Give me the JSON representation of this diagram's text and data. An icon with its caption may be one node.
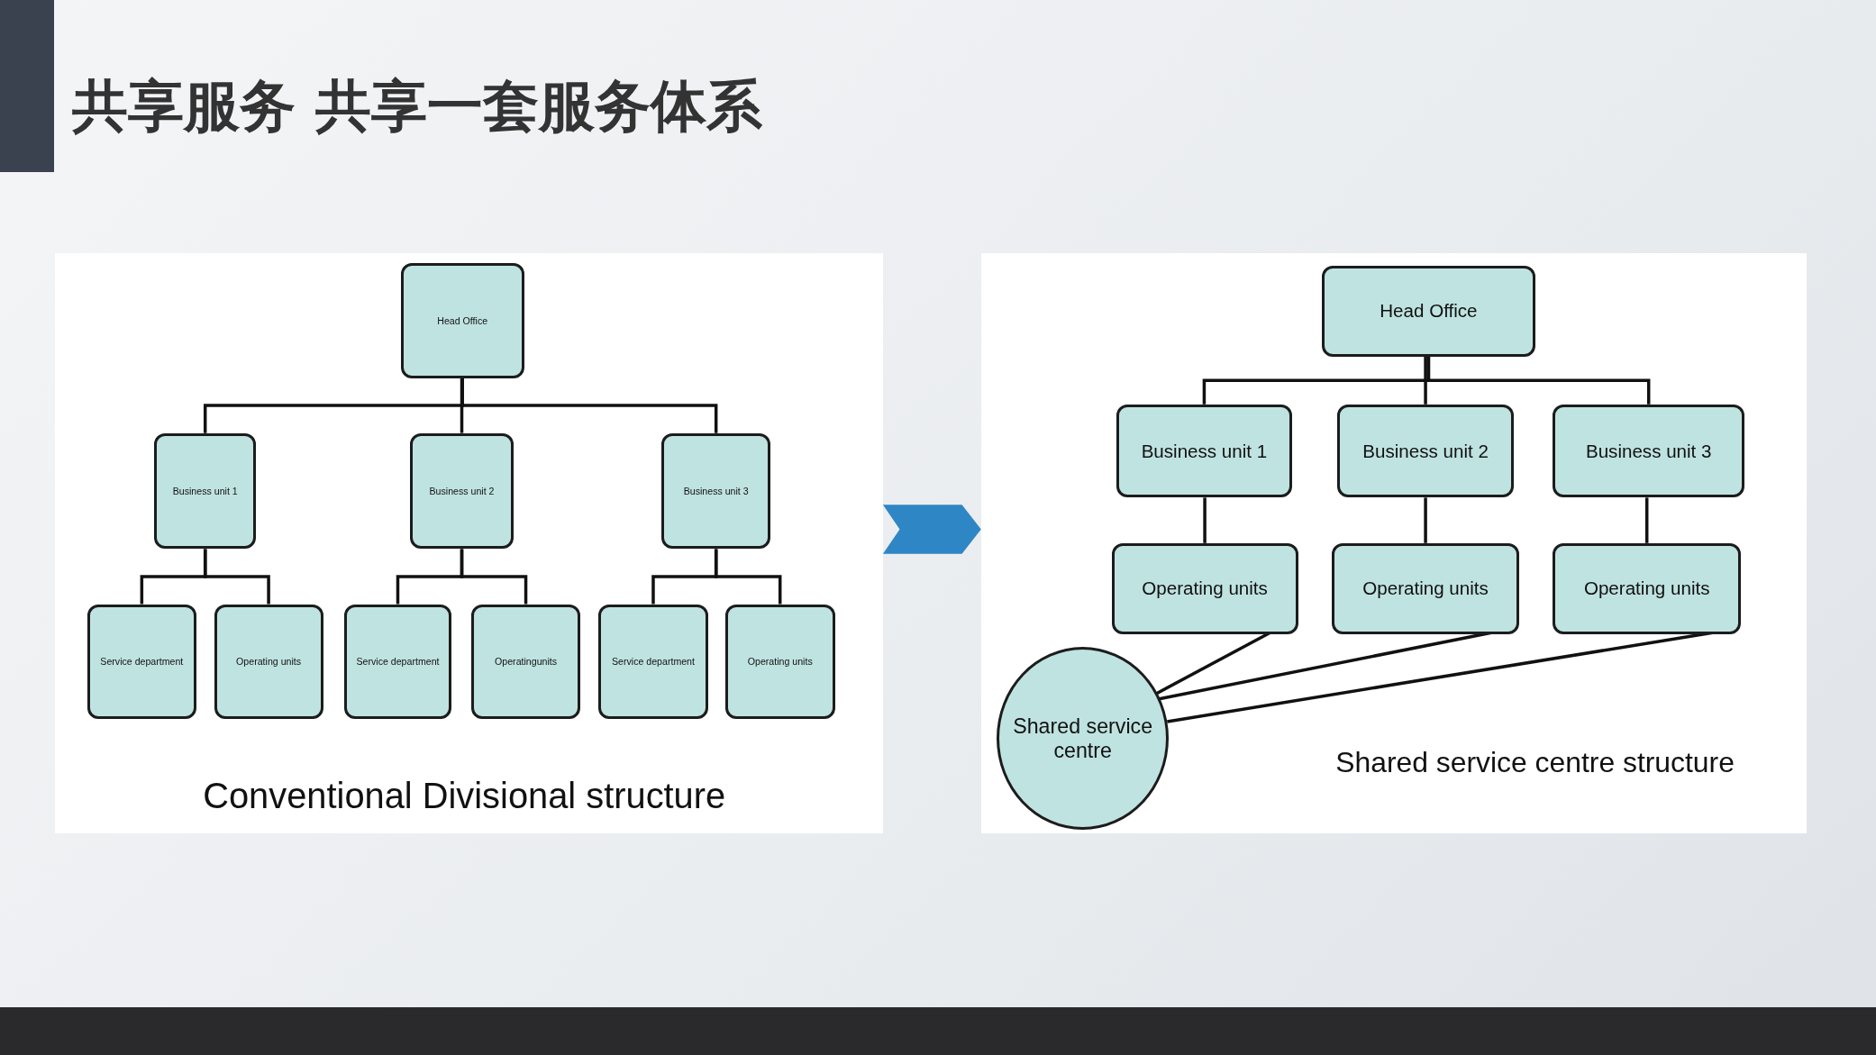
{
  "diagram": {
    "title": "共享服务 共享一套服务体系",
    "nodes": [
      {
        "text": [
          "Conventional Divisional structure"
        ]
      },
      {
        "text": [
          "Head Office"
        ],
        "in": 0
      },
      {
        "text": [
          "Business unit 1"
        ],
        "in": 0
      },
      {
        "text": [
          "Business unit 2"
        ],
        "in": 0
      },
      {
        "text": [
          "Business unit 3"
        ],
        "in": 0
      },
      {
        "text": [
          "Service department"
        ],
        "in": 0
      },
      {
        "text": [
          "Operating units"
        ],
        "in": 0
      },
      {
        "text": [
          "Service department"
        ],
        "in": 0
      },
      {
        "text": [
          "Operatingunits"
        ],
        "in": 0
      },
      {
        "text": [
          "Service department"
        ],
        "in": 0
      },
      {
        "text": [
          "Operating units"
        ],
        "in": 0
      },
      {
        "text": [
          "Shared service centre structure"
        ]
      },
      {
        "text": [
          "Head Office"
        ],
        "in": 11
      },
      {
        "text": [
          "Business unit 1"
        ],
        "in": 11
      },
      {
        "text": [
          "Business unit 2"
        ],
        "in": 11
      },
      {
        "text": [
          "Business unit 3"
        ],
        "in": 11
      },
      {
        "text": [
          "Operating units"
        ],
        "in": 11
      },
      {
        "text": [
          "Operating units"
        ],
        "in": 11
      },
      {
        "text": [
          "Operating units"
        ],
        "in": 11
      },
      {
        "text": [
          "Shared service centre"
        ],
        "in": 11
      }
    ],
    "edges": [
      {
        "from": 1,
        "to": 2,
        "arrow": "none"
      },
      {
        "from": 1,
        "to": 3,
        "arrow": "none"
      },
      {
        "from": 1,
        "to": 4,
        "arrow": "none"
      },
      {
        "from": 2,
        "to": 5,
        "arrow": "none"
      },
      {
        "from": 2,
        "to": 6,
        "arrow": "none"
      },
      {
        "from": 3,
        "to": 7,
        "arrow": "none"
      },
      {
        "from": 3,
        "to": 8,
        "arrow": "none"
      },
      {
        "from": 4,
        "to": 9,
        "arrow": "none"
      },
      {
        "from": 4,
        "to": 10,
        "arrow": "none"
      },
      {
        "from": 12,
        "to": 13,
        "arrow": "none"
      },
      {
        "from": 12,
        "to": 14,
        "arrow": "none"
      },
      {
        "from": 12,
        "to": 15,
        "arrow": "none"
      },
      {
        "from": 13,
        "to": 16,
        "arrow": "none"
      },
      {
        "from": 14,
        "to": 17,
        "arrow": "none"
      },
      {
        "from": 15,
        "to": 18,
        "arrow": "none"
      },
      {
        "from": 19,
        "to": 16,
        "arrow": "none"
      },
      {
        "from": 19,
        "to": 17,
        "arrow": "none"
      },
      {
        "from": 19,
        "to": 18,
        "arrow": "none"
      },
      {
        "from": 0,
        "to": 11,
        "arrow": "to"
      }
    ]
  }
}
